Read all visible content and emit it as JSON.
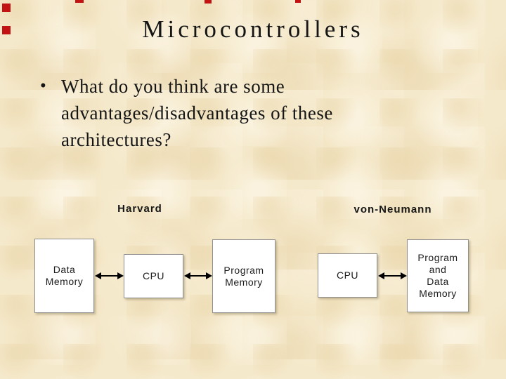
{
  "slide": {
    "title": "Microcontrollers",
    "bullet": {
      "marker": "•",
      "lines": [
        "What do you think are some",
        "advantages/disadvantages of these",
        "architectures?"
      ]
    },
    "diagram": {
      "harvard": {
        "label": "Harvard",
        "data_memory_label": "Data\nMemory",
        "cpu_label": "CPU",
        "program_memory_label": "Program\nMemory"
      },
      "von_neumann": {
        "label": "von-Neumann",
        "cpu_label": "CPU",
        "memory_label": "Program\nand\nData\nMemory"
      }
    },
    "colors": {
      "background": "#f5e9cb",
      "box_fill": "#ffffff",
      "box_border": "#909090",
      "text": "#151515",
      "accent_red": "#c21212"
    }
  }
}
